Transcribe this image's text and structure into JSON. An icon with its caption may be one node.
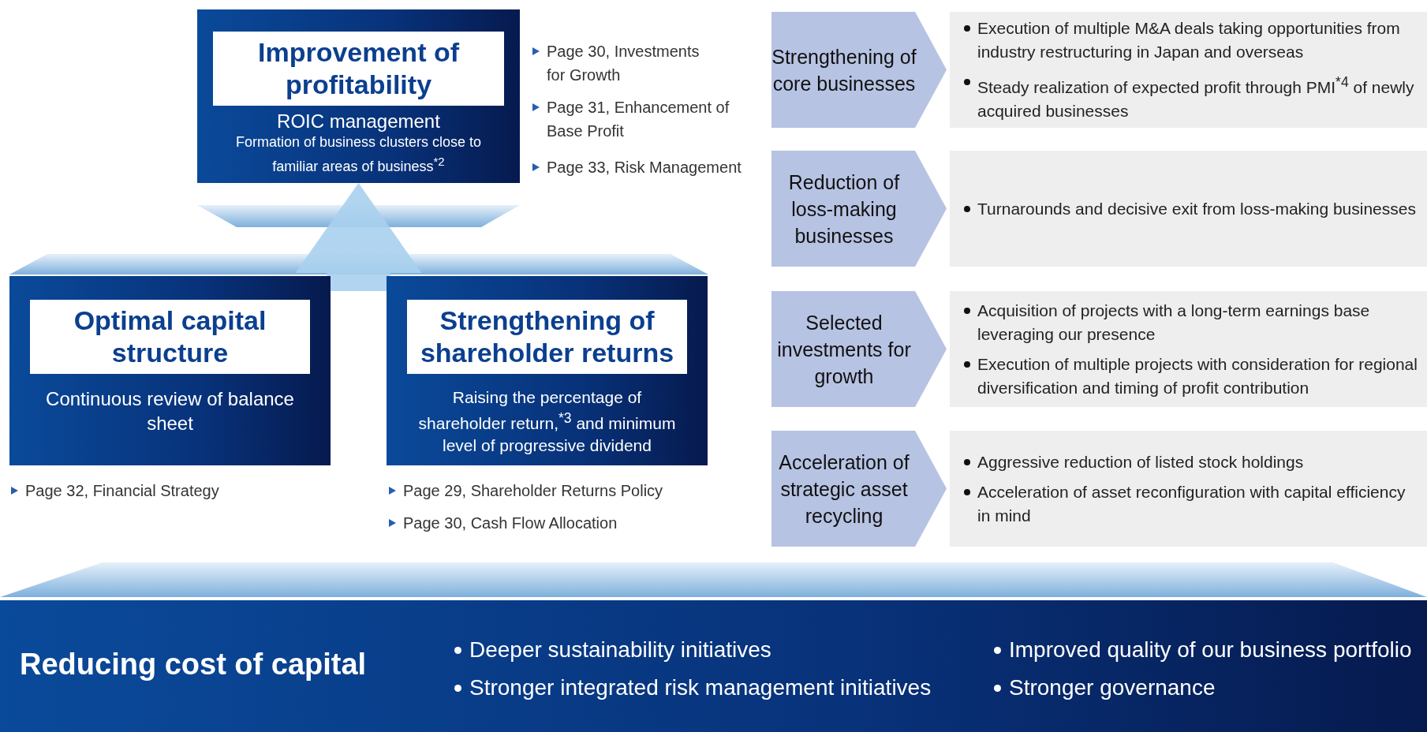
{
  "diagram": {
    "nodes": [
      {
        "text": [
          "Improvement of profitability",
          "ROIC management",
          "Formation of business clusters close to familiar areas of business$^{*2}$"
        ]
      },
      {
        "text": [
          "Optimal capital structure",
          "Continuous review of balance sheet"
        ]
      },
      {
        "text": [
          "Strengthening of shareholder returns",
          "Raising the percentage of shareholder return,$^{*3}$ and minimum level of progressive dividend"
        ]
      },
      {
        "text": [
          "Strengthening of core businesses"
        ]
      },
      {
        "text": [
          "Execution of multiple M&A deals taking opportunities from industry restructuring in Japan and overseas",
          "Steady realization of expected profit through PMI$^{*4}$ of newly acquired businesses"
        ]
      },
      {
        "text": [
          "Reduction of loss-making businesses"
        ]
      },
      {
        "text": [
          "Turnarounds and decisive exit from loss-making businesses"
        ]
      },
      {
        "text": [
          "Selected investments for growth"
        ]
      },
      {
        "text": [
          "Acquisition of projects with a long-term earnings base leveraging our presence",
          "Execution of multiple projects with consideration for regional diversification and timing of profit contribution"
        ]
      },
      {
        "text": [
          "Acceleration of strategic asset recycling"
        ]
      },
      {
        "text": [
          "Aggressive reduction of listed stock holdings",
          "Acceleration of asset reconfiguration with capital efficiency in mind"
        ]
      },
      {
        "text": [
          "Reducing cost of capital",
          "Deeper sustainability initiatives",
          "Improved quality of our business portfolio",
          "Stronger integrated risk management initiatives",
          "Stronger governance"
        ]
      },
      {
        "text": [],
        "shape": "bar"
      },
      {
        "text": [],
        "shape": "bar"
      },
      {
        "text": [],
        "shape": "bar"
      }
    ],
    "edges": [
      {
        "from": 13,
        "to": 0,
        "arrow": "to"
      }
    ],
    "labels": [
      "Page 30, Investments for Growth",
      "Page 31, Enhancement of Base Profit",
      "Page 33, Risk Management",
      "Page 32, Financial Strategy",
      "Page 29, Shareholder Returns Policy",
      "Page 30, Cash Flow Allocation"
    ]
  }
}
